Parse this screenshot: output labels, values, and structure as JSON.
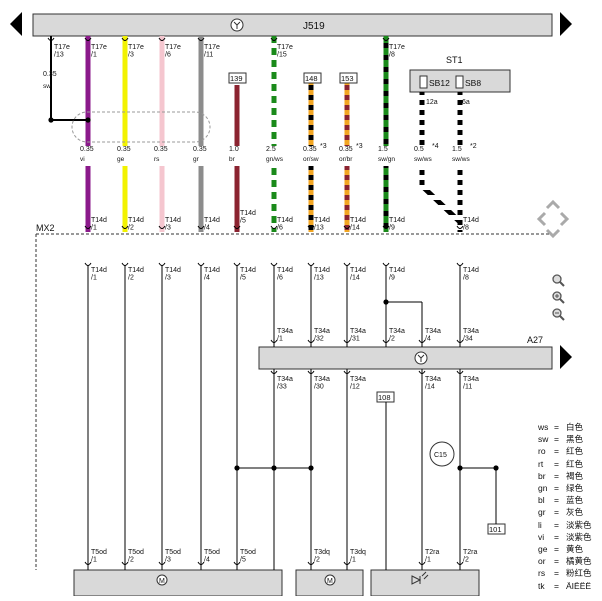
{
  "top_module": {
    "label": "J519"
  },
  "top_pins": [
    "T17e\n/13",
    "T17e\n/1",
    "T17e\n/3",
    "T17e\n/6",
    "T17e\n/11",
    "T17e\n/15",
    "T17e\n/8"
  ],
  "st1": {
    "label": "ST1",
    "fuse_a": "SB12",
    "fuse_b": "SB8",
    "pin_a": "12a",
    "pin_b": "6a"
  },
  "wire_ref_boxes": [
    "139",
    "148",
    "153",
    "108",
    "101"
  ],
  "size_labels": [
    "0.35",
    "0.35",
    "0.35",
    "0.35",
    "0.35",
    "1.0",
    "2.5",
    "0.35",
    "0.35",
    "1.5",
    "0.5",
    "1.5"
  ],
  "color_labels": [
    "sw",
    "vi",
    "ge",
    "rs",
    "gr",
    "br",
    "gn/ws",
    "or/sw",
    "or/br",
    "sw/gn",
    "sw/ws",
    "sw/ws"
  ],
  "footnotes": [
    "*3",
    "*3",
    "*4",
    "*2"
  ],
  "connector_label": "MX2",
  "t14d_upper": [
    "T14d\n/1",
    "T14d\n/2",
    "T14d\n/3",
    "T14d\n/4",
    "T14d\n/5",
    "T14d\n/6",
    "T14d\n/13",
    "T14d\n/14",
    "T14d\n/9",
    "T14d\n/8"
  ],
  "t14d_lower": [
    "T14d\n/1",
    "T14d\n/2",
    "T14d\n/3",
    "T14d\n/4",
    "T14d\n/5",
    "T14d\n/6",
    "T14d\n/13",
    "T14d\n/14",
    "T14d\n/9",
    "T14d\n/8"
  ],
  "t34a_upper": [
    "T34a\n/1",
    "T34a\n/32",
    "T34a\n/31",
    "T34a\n/2",
    "T34a\n/4",
    "T34a\n/34"
  ],
  "t34a_lower": [
    "T34a\n/33",
    "T34a\n/30",
    "T34a\n/12",
    "T34a\n/14",
    "T34a\n/11"
  ],
  "a27": {
    "label": "A27"
  },
  "c15": {
    "label": "C15"
  },
  "bottom_pins": [
    "T5od\n/1",
    "T5od\n/2",
    "T5od\n/3",
    "T5od\n/4",
    "T5od\n/5",
    "T3dq\n/2",
    "T3dq\n/1",
    "T2ra\n/1",
    "T2ra\n/2"
  ],
  "legend": [
    {
      "code": "ws",
      "eq": "=",
      "name": "白色"
    },
    {
      "code": "sw",
      "eq": "=",
      "name": "黑色"
    },
    {
      "code": "ro",
      "eq": "=",
      "name": "红色"
    },
    {
      "code": "rt",
      "eq": "=",
      "name": "红色"
    },
    {
      "code": "br",
      "eq": "=",
      "name": "褐色"
    },
    {
      "code": "gn",
      "eq": "=",
      "name": "绿色"
    },
    {
      "code": "bl",
      "eq": "=",
      "name": "蓝色"
    },
    {
      "code": "gr",
      "eq": "=",
      "name": "灰色"
    },
    {
      "code": "li",
      "eq": "=",
      "name": "淡紫色"
    },
    {
      "code": "vi",
      "eq": "=",
      "name": "淡紫色"
    },
    {
      "code": "ge",
      "eq": "=",
      "name": "黄色"
    },
    {
      "code": "or",
      "eq": "=",
      "name": "橘黄色"
    },
    {
      "code": "rs",
      "eq": "=",
      "name": "粉红色"
    },
    {
      "code": "tk",
      "eq": "=",
      "name": "ÄIËËË"
    }
  ],
  "colors": {
    "vi": "#8b1a8b",
    "ge": "#f2f200",
    "rs": "#f5c6cf",
    "gr": "#8c8c8c",
    "br": "#8b2330",
    "green": "#1a8a1a",
    "orange": "#f2a623",
    "black": "#000000",
    "module_fill": "#d9d9d9"
  },
  "icons": [
    "control-unit-icon",
    "motor-icon",
    "lamp-icon",
    "zoom-in-icon",
    "zoom-out-icon",
    "search-icon",
    "pan-arrows-icon"
  ]
}
